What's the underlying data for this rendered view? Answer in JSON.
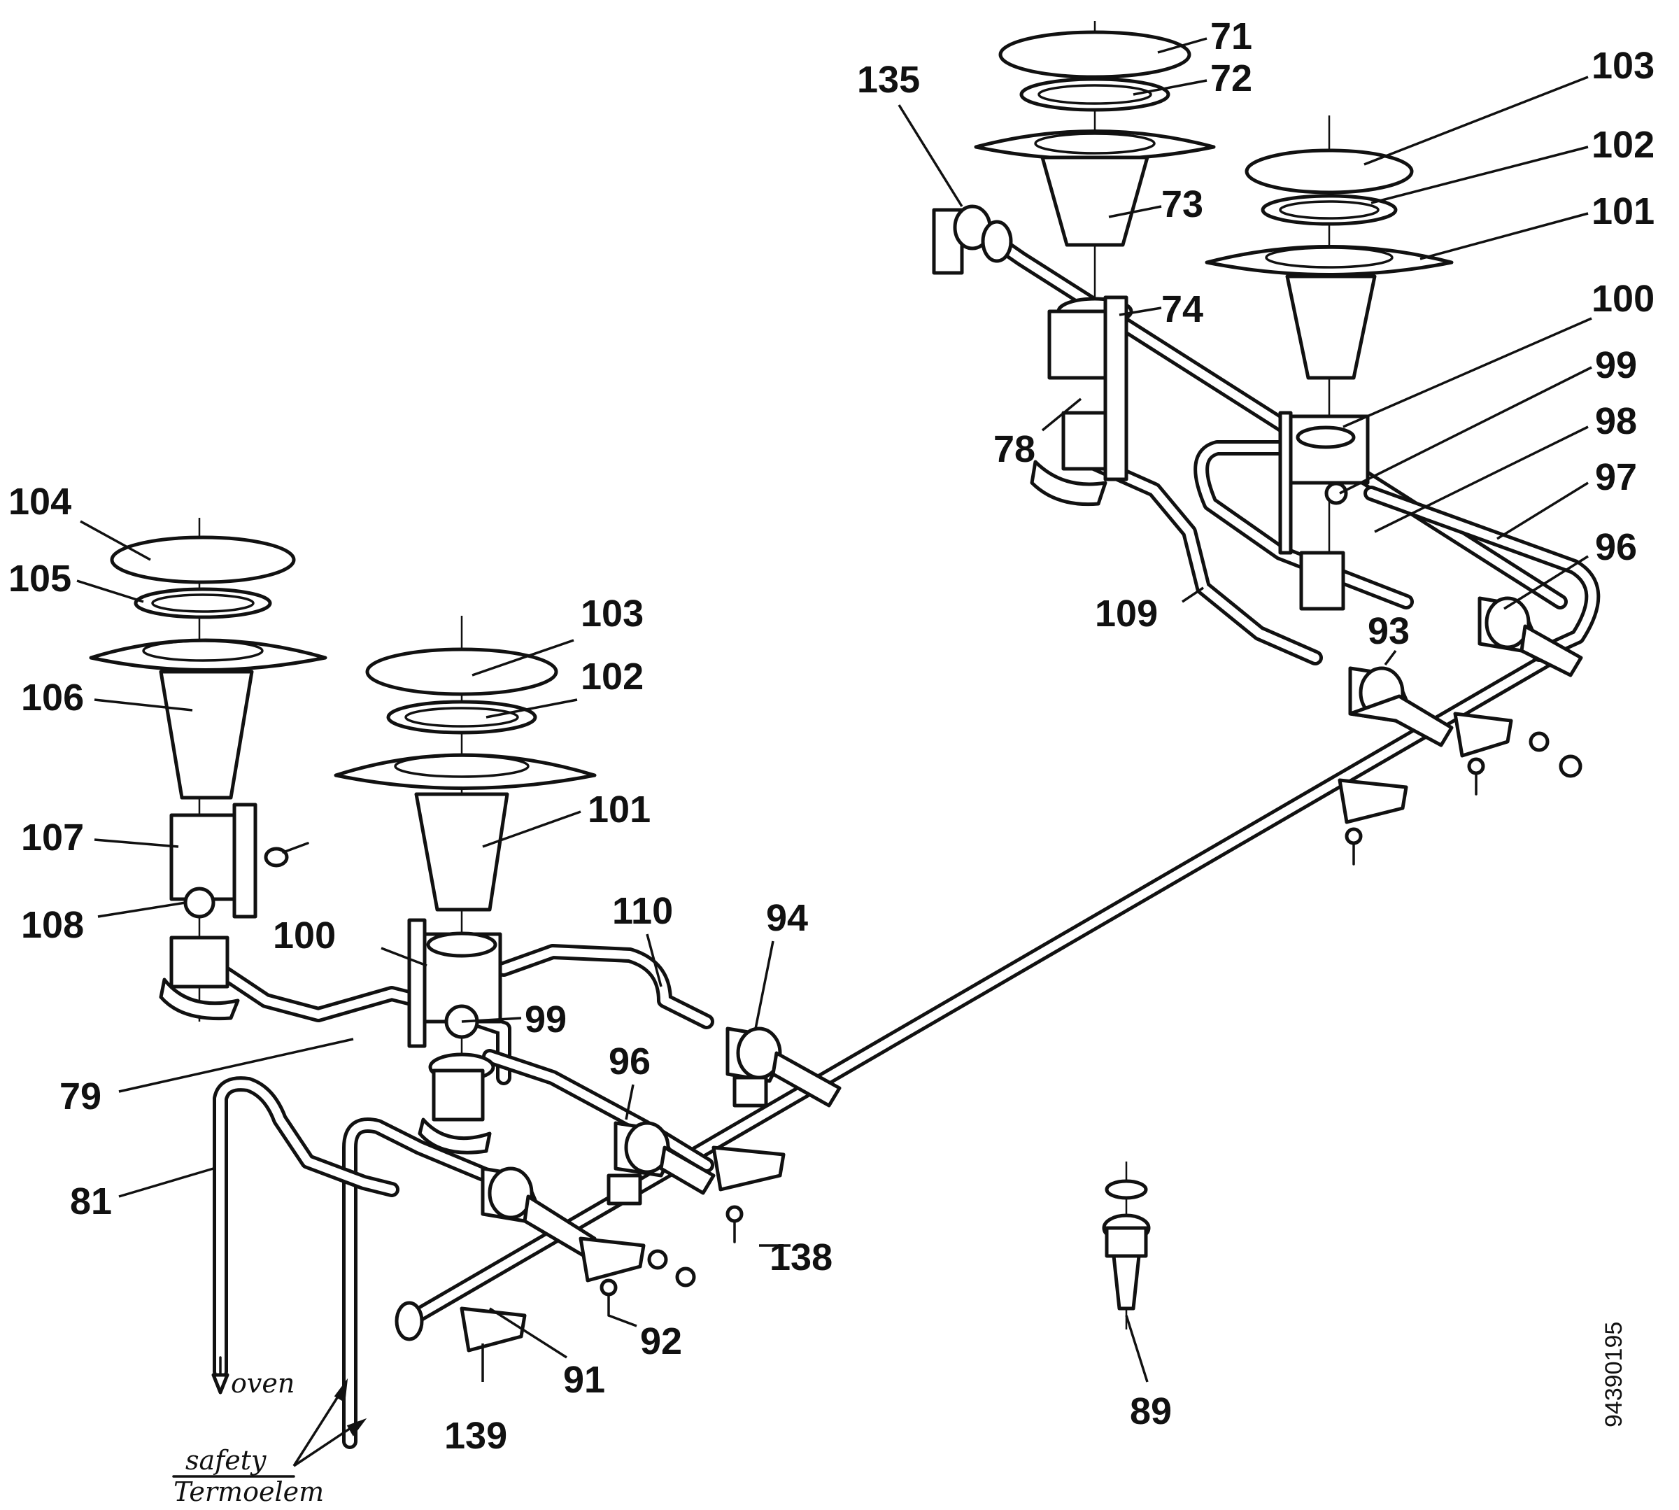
{
  "drawing_code": "94390195",
  "handwritten": {
    "oven": "oven",
    "safety": "safety",
    "termoelem": "Termoelem"
  },
  "callouts": [
    {
      "id": "c71",
      "text": "71"
    },
    {
      "id": "c72",
      "text": "72"
    },
    {
      "id": "c73",
      "text": "73"
    },
    {
      "id": "c74",
      "text": "74"
    },
    {
      "id": "c78",
      "text": "78"
    },
    {
      "id": "c135",
      "text": "135"
    },
    {
      "id": "c103a",
      "text": "103"
    },
    {
      "id": "c102a",
      "text": "102"
    },
    {
      "id": "c101a",
      "text": "101"
    },
    {
      "id": "c100a",
      "text": "100"
    },
    {
      "id": "c99a",
      "text": "99"
    },
    {
      "id": "c98",
      "text": "98"
    },
    {
      "id": "c97",
      "text": "97"
    },
    {
      "id": "c96a",
      "text": "96"
    },
    {
      "id": "c93",
      "text": "93"
    },
    {
      "id": "c109",
      "text": "109"
    },
    {
      "id": "c104",
      "text": "104"
    },
    {
      "id": "c105",
      "text": "105"
    },
    {
      "id": "c106",
      "text": "106"
    },
    {
      "id": "c107",
      "text": "107"
    },
    {
      "id": "c108",
      "text": "108"
    },
    {
      "id": "c103b",
      "text": "103"
    },
    {
      "id": "c102b",
      "text": "102"
    },
    {
      "id": "c101b",
      "text": "101"
    },
    {
      "id": "c100b",
      "text": "100"
    },
    {
      "id": "c99b",
      "text": "99"
    },
    {
      "id": "c110",
      "text": "110"
    },
    {
      "id": "c94",
      "text": "94"
    },
    {
      "id": "c96b",
      "text": "96"
    },
    {
      "id": "c79",
      "text": "79"
    },
    {
      "id": "c81",
      "text": "81"
    },
    {
      "id": "c138",
      "text": "138"
    },
    {
      "id": "c92",
      "text": "92"
    },
    {
      "id": "c91",
      "text": "91"
    },
    {
      "id": "c139",
      "text": "139"
    },
    {
      "id": "c89",
      "text": "89"
    }
  ]
}
